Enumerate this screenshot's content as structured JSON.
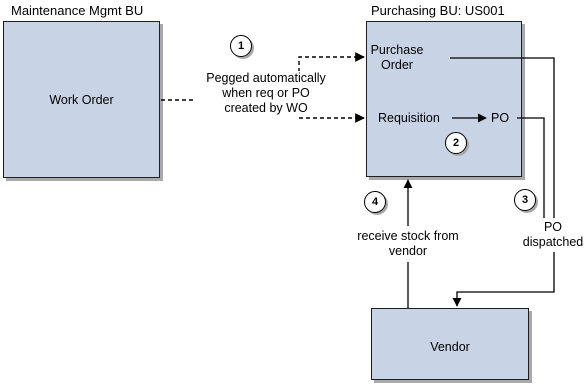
{
  "headings": {
    "maintenance": "Maintenance Mgmt BU",
    "purchasing": "Purchasing BU: US001"
  },
  "boxes": {
    "work_order": "Work Order",
    "purchase_order": [
      "Purchase",
      "Order"
    ],
    "requisition": "Requisition",
    "po": "PO",
    "vendor": "Vendor"
  },
  "steps": [
    "1",
    "2",
    "3",
    "4"
  ],
  "annotations": {
    "pegged": [
      "Pegged automatically",
      "when req or PO",
      "created by WO"
    ],
    "po_dispatched": [
      "PO",
      "dispatched"
    ],
    "receive_stock": [
      "receive stock from",
      "vendor"
    ]
  },
  "colors": {
    "box_fill": "#c8d4e6",
    "box_border": "#1f1f1f",
    "shadow": "#a9a9a9",
    "line": "#000000"
  }
}
